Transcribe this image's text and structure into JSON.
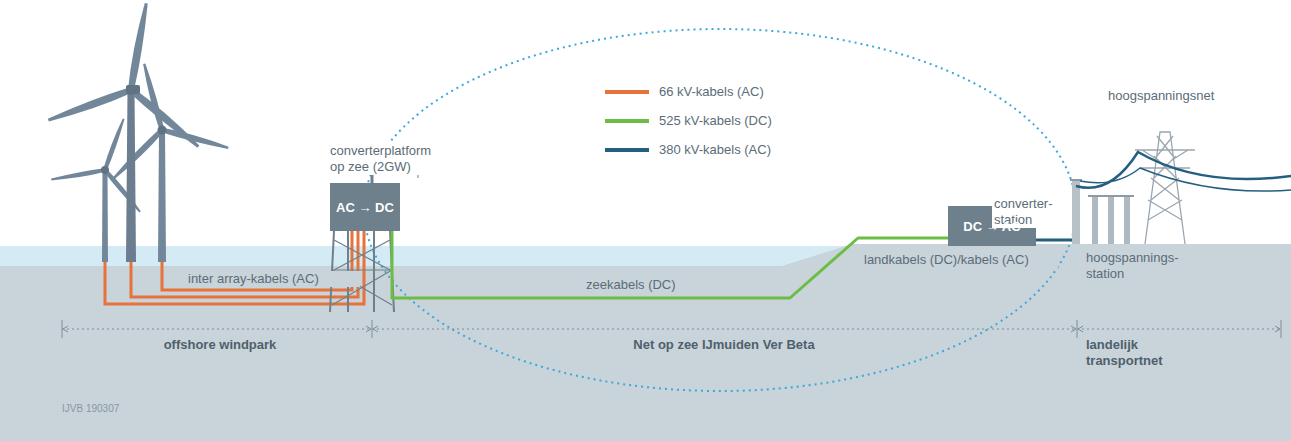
{
  "diagram": {
    "nodes": [
      {
        "text": [
          "converterplatform op zee (2GW)",
          "AC → DC"
        ]
      },
      {
        "text": [
          "converter- station",
          "DC → AC"
        ]
      }
    ],
    "edges": [
      {
        "from": 0,
        "to": 1,
        "arrow": "none",
        "label": "zeekabels (DC)"
      }
    ],
    "labels": [
      "inter array-kabels (AC)",
      "landkabels (DC)/kabels (AC)",
      "hoogspanningsnet",
      "hoogspannings- station",
      "offshore windpark",
      "Net op zee IJmuiden Ver Beta",
      "landelijk transportnet",
      "IJVB 190307"
    ],
    "legend": [
      {
        "text": "66 kV-kabels (AC)"
      },
      {
        "text": "525 kV-kabels (DC)"
      },
      {
        "text": "380 kV-kabels (AC)"
      }
    ]
  }
}
